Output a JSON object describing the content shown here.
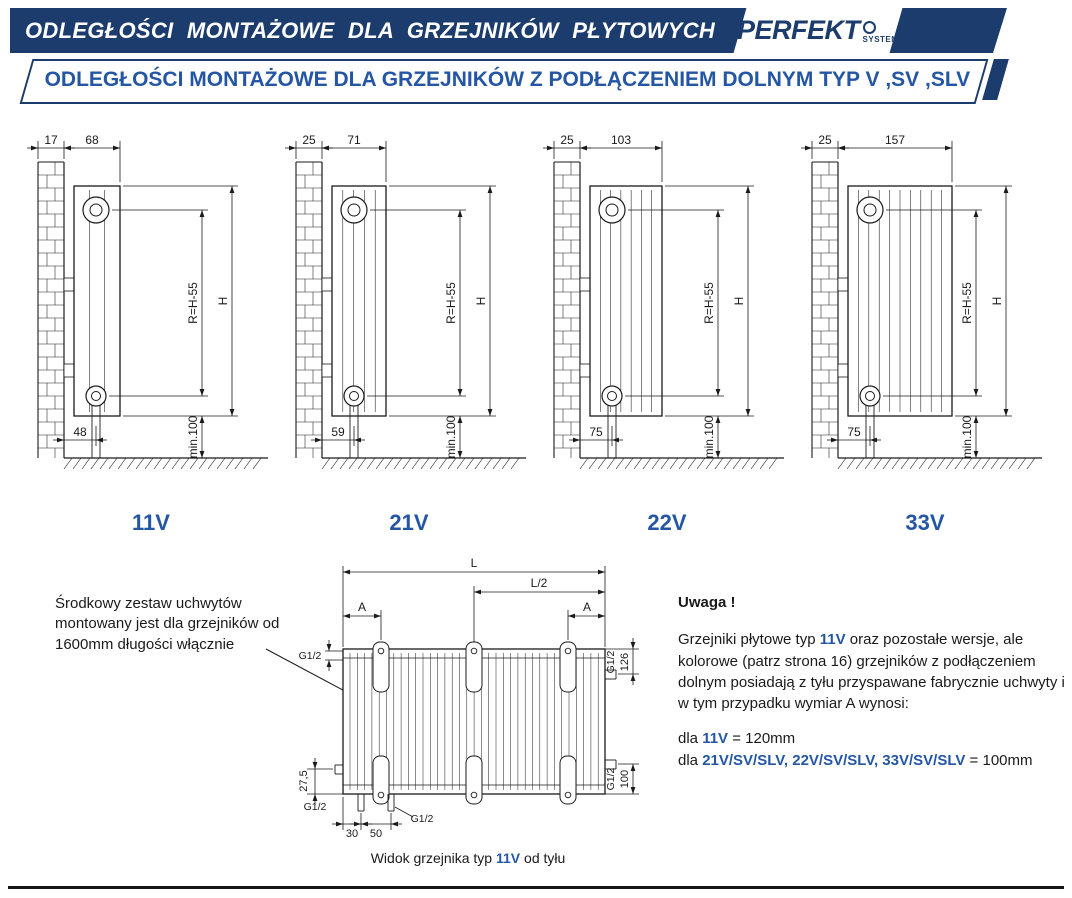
{
  "header": {
    "title": "ODLEGŁOŚCI MONTAŻOWE DLA GRZEJNIKÓW PŁYTOWYCH",
    "brand": "PERFEKT",
    "brand_sub": "SYSTEM"
  },
  "subheader": {
    "title": "ODLEGŁOŚCI MONTAŻOWE DLA GRZEJNIKÓW Z PODŁĄCZENIEM DOLNYM TYP V ,SV ,SLV"
  },
  "colors": {
    "navy": "#1b3c6d",
    "blue": "#2456a4",
    "line": "#1a1a1a"
  },
  "diagrams": [
    {
      "type_label": "11V",
      "dim_wall": "17",
      "dim_width": "68",
      "dim_r": "R=H-55",
      "dim_h": "H",
      "dim_back": "48",
      "dim_min": "min.100"
    },
    {
      "type_label": "21V",
      "dim_wall": "25",
      "dim_width": "71",
      "dim_r": "R=H-55",
      "dim_h": "H",
      "dim_back": "59",
      "dim_min": "min.100"
    },
    {
      "type_label": "22V",
      "dim_wall": "25",
      "dim_width": "103",
      "dim_r": "R=H-55",
      "dim_h": "H",
      "dim_back": "75",
      "dim_min": "min.100"
    },
    {
      "type_label": "33V",
      "dim_wall": "25",
      "dim_width": "157",
      "dim_r": "R=H-55",
      "dim_h": "H",
      "dim_back": "75",
      "dim_min": "min.100"
    }
  ],
  "bottom": {
    "note_left": "Środkowy zestaw uchwytów montowany jest dla grzejników od 1600mm długości włącznie",
    "rear": {
      "dim_l": "L",
      "dim_l2": "L/2",
      "dim_a_left": "A",
      "dim_a_right": "A",
      "g12_top_left": "G1/2",
      "g12_top_right": "G1/2",
      "dim_126": "126",
      "dim_275": "27,5",
      "g12_bottom_left": "G1/2",
      "g12_bottom_right": "G1/2",
      "dim_100": "100",
      "dim_30": "30",
      "dim_50": "50",
      "g12_pipes": "G1/2",
      "caption_prefix": "Widok grzejnika typ ",
      "caption_type": "11V",
      "caption_suffix": " od tyłu"
    },
    "note_right": {
      "title": "Uwaga !",
      "p1_a": "Grzejniki płytowe typ ",
      "p1_b": "11V",
      "p1_c": " oraz pozostałe wersje, ale kolorowe (patrz strona 16) grzejników z podłączeniem dolnym posiadają z tyłu przyspawane fabrycznie uchwyty i w tym przypadku wymiar A wynosi:",
      "l2_a": "dla ",
      "l2_b": "11V",
      "l2_c": " = 120mm",
      "l3_a": "dla ",
      "l3_b": "21V/SV/SLV, 22V/SV/SLV, 33V/SV/SLV",
      "l3_c": " = 100mm"
    }
  }
}
